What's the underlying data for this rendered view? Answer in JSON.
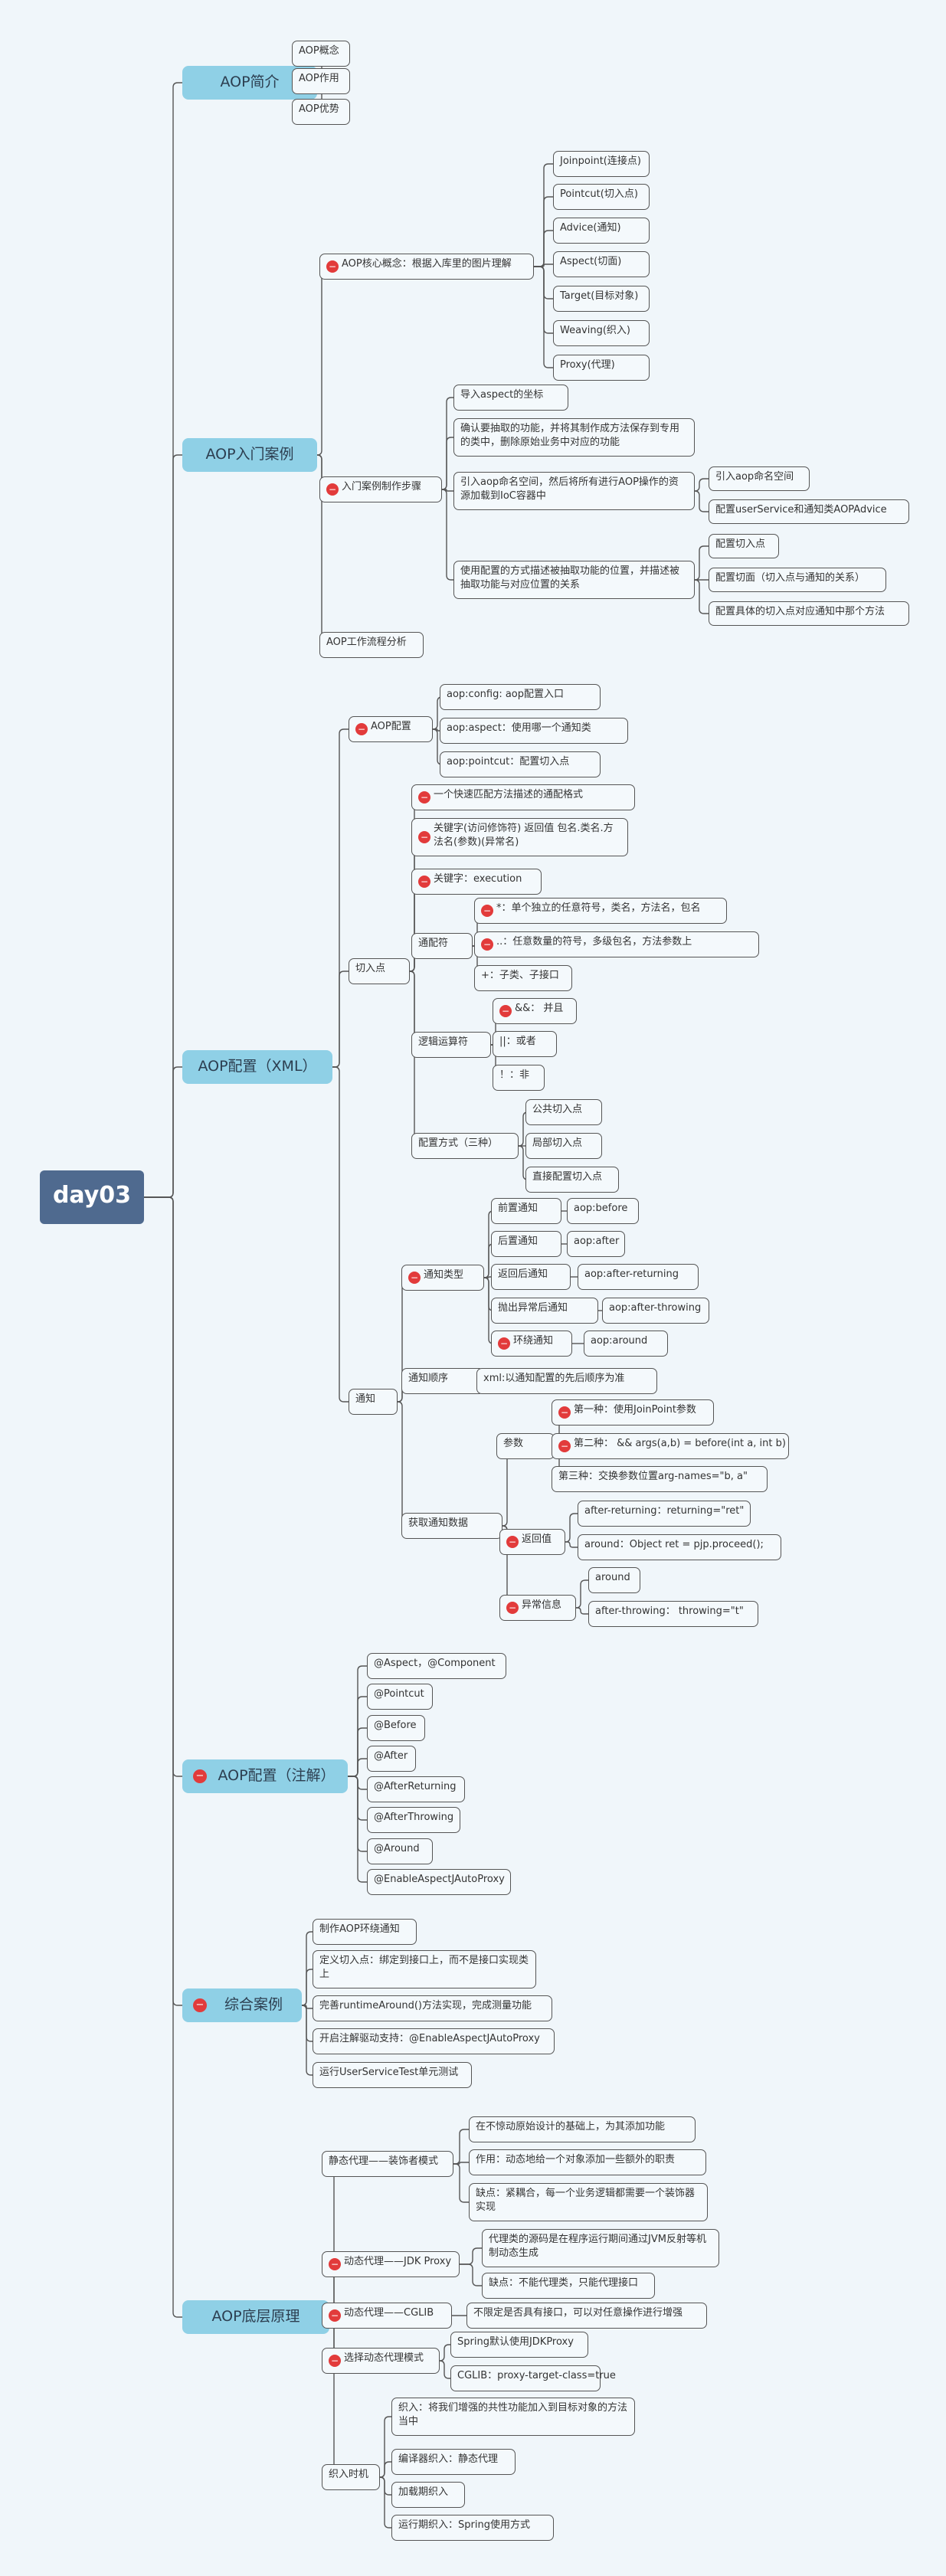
{
  "nodes": [
    {
      "id": "root",
      "text": "day03"
    },
    {
      "id": "a",
      "text": "AOP简介"
    },
    {
      "id": "a1",
      "text": "AOP概念"
    },
    {
      "id": "a2",
      "text": "AOP作用"
    },
    {
      "id": "a3",
      "text": "AOP优势"
    },
    {
      "id": "b",
      "text": "AOP入门案例"
    },
    {
      "id": "b1",
      "text": "AOP核心概念：根据入库里的图片理解",
      "marker": "red-minus"
    },
    {
      "id": "b1a",
      "text": "Joinpoint(连接点)"
    },
    {
      "id": "b1b",
      "text": "Pointcut(切入点)"
    },
    {
      "id": "b1c",
      "text": "Advice(通知)"
    },
    {
      "id": "b1d",
      "text": "Aspect(切面)"
    },
    {
      "id": "b1e",
      "text": "Target(目标对象)"
    },
    {
      "id": "b1f",
      "text": "Weaving(织入)"
    },
    {
      "id": "b1g",
      "text": "Proxy(代理)"
    },
    {
      "id": "b2",
      "text": "入门案例制作步骤",
      "marker": "red-minus"
    },
    {
      "id": "b2a",
      "text": "导入aspect的坐标"
    },
    {
      "id": "b2b",
      "text": "确认要抽取的功能，并将其制作成方法保存到专用的类中，删除原始业务中对应的功能"
    },
    {
      "id": "b2c",
      "text": "引入aop命名空间，然后将所有进行AOP操作的资源加载到IoC容器中"
    },
    {
      "id": "b2c1",
      "text": "引入aop命名空间"
    },
    {
      "id": "b2c2",
      "text": "配置userService和通知类AOPAdvice"
    },
    {
      "id": "b2d",
      "text": "使用配置的方式描述被抽取功能的位置，并描述被抽取功能与对应位置的关系"
    },
    {
      "id": "b2d1",
      "text": "配置切入点"
    },
    {
      "id": "b2d2",
      "text": "配置切面（切入点与通知的关系）"
    },
    {
      "id": "b2d3",
      "text": "配置具体的切入点对应通知中那个方法"
    },
    {
      "id": "b3",
      "text": "AOP工作流程分析"
    },
    {
      "id": "c",
      "text": "AOP配置（XML）"
    },
    {
      "id": "c1",
      "text": "AOP配置",
      "marker": "red-minus"
    },
    {
      "id": "c1a",
      "text": "aop:config: aop配置入口"
    },
    {
      "id": "c1b",
      "text": "aop:aspect：使用哪一个通知类"
    },
    {
      "id": "c1c",
      "text": "aop:pointcut：配置切入点"
    },
    {
      "id": "c2",
      "text": "切入点"
    },
    {
      "id": "c2a",
      "text": "一个快速匹配方法描述的通配格式",
      "marker": "red-minus"
    },
    {
      "id": "c2b",
      "text": "关键字(访问修饰符) 返回值 包名.类名.方法名(参数)(异常名)",
      "marker": "red-minus"
    },
    {
      "id": "c2c",
      "text": "关键字：execution",
      "marker": "red-minus"
    },
    {
      "id": "c2d",
      "text": "通配符"
    },
    {
      "id": "c2d1",
      "text": "*：单个独立的任意符号，类名，方法名，包名",
      "marker": "red-minus"
    },
    {
      "id": "c2d2",
      "text": "..：任意数量的符号，多级包名，方法参数上",
      "marker": "red-minus"
    },
    {
      "id": "c2d3",
      "text": "+：子类、子接口"
    },
    {
      "id": "c2e",
      "text": "逻辑运算符"
    },
    {
      "id": "c2e1",
      "text": "&&： 并且",
      "marker": "red-minus"
    },
    {
      "id": "c2e2",
      "text": "||：或者"
    },
    {
      "id": "c2e3",
      "text": "！：非"
    },
    {
      "id": "c2f",
      "text": "配置方式（三种）"
    },
    {
      "id": "c2f1",
      "text": "公共切入点"
    },
    {
      "id": "c2f2",
      "text": "局部切入点"
    },
    {
      "id": "c2f3",
      "text": "直接配置切入点"
    },
    {
      "id": "c3",
      "text": "通知"
    },
    {
      "id": "c3a",
      "text": "通知类型",
      "marker": "red-minus"
    },
    {
      "id": "c3a1",
      "text": "前置通知"
    },
    {
      "id": "c3a1v",
      "text": "aop:before"
    },
    {
      "id": "c3a2",
      "text": "后置通知"
    },
    {
      "id": "c3a2v",
      "text": "aop:after"
    },
    {
      "id": "c3a3",
      "text": "返回后通知"
    },
    {
      "id": "c3a3v",
      "text": "aop:after-returning"
    },
    {
      "id": "c3a4",
      "text": "抛出异常后通知"
    },
    {
      "id": "c3a4v",
      "text": "aop:after-throwing"
    },
    {
      "id": "c3a5",
      "text": "环绕通知",
      "marker": "red-minus"
    },
    {
      "id": "c3a5v",
      "text": "aop:around"
    },
    {
      "id": "c3b",
      "text": "通知顺序"
    },
    {
      "id": "c3b1",
      "text": "xml:以通知配置的先后顺序为准"
    },
    {
      "id": "c3c",
      "text": "获取通知数据"
    },
    {
      "id": "c3c1",
      "text": "参数"
    },
    {
      "id": "c3c1a",
      "text": "第一种：使用JoinPoint参数",
      "marker": "red-minus"
    },
    {
      "id": "c3c1b",
      "text": "第二种： && args(a,b) = before(int a, int b)",
      "marker": "red-minus"
    },
    {
      "id": "c3c1c",
      "text": "第三种：交换参数位置arg-names=\"b, a\""
    },
    {
      "id": "c3c2",
      "text": "返回值",
      "marker": "red-minus"
    },
    {
      "id": "c3c2a",
      "text": "after-returning：returning=\"ret\""
    },
    {
      "id": "c3c2b",
      "text": "around：Object ret = pjp.proceed();"
    },
    {
      "id": "c3c3",
      "text": "异常信息",
      "marker": "red-minus"
    },
    {
      "id": "c3c3a",
      "text": "around"
    },
    {
      "id": "c3c3b",
      "text": "after-throwing： throwing=\"t\""
    },
    {
      "id": "d",
      "text": "AOP配置（注解）",
      "marker": "red-minus"
    },
    {
      "id": "d1",
      "text": "@Aspect，@Component"
    },
    {
      "id": "d2",
      "text": "@Pointcut"
    },
    {
      "id": "d3",
      "text": "@Before"
    },
    {
      "id": "d4",
      "text": "@After"
    },
    {
      "id": "d5",
      "text": "@AfterReturning"
    },
    {
      "id": "d6",
      "text": "@AfterThrowing"
    },
    {
      "id": "d7",
      "text": "@Around"
    },
    {
      "id": "d8",
      "text": "@EnableAspectJAutoProxy"
    },
    {
      "id": "e",
      "text": "综合案例",
      "marker": "red-minus"
    },
    {
      "id": "e1",
      "text": "制作AOP环绕通知"
    },
    {
      "id": "e2",
      "text": "定义切入点：绑定到接口上，而不是接口实现类上"
    },
    {
      "id": "e3",
      "text": "完善runtimeAround()方法实现，完成测量功能"
    },
    {
      "id": "e4",
      "text": "开启注解驱动支持：@EnableAspectJAutoProxy"
    },
    {
      "id": "e5",
      "text": "运行UserServiceTest单元测试"
    },
    {
      "id": "f",
      "text": "AOP底层原理"
    },
    {
      "id": "f1",
      "text": "静态代理——装饰者模式"
    },
    {
      "id": "f1a",
      "text": "在不惊动原始设计的基础上，为其添加功能"
    },
    {
      "id": "f1b",
      "text": "作用：动态地给一个对象添加一些额外的职责"
    },
    {
      "id": "f1c",
      "text": "缺点：紧耦合，每一个业务逻辑都需要一个装饰器实现"
    },
    {
      "id": "f2",
      "text": "动态代理——JDK Proxy",
      "marker": "red-minus"
    },
    {
      "id": "f2a",
      "text": "代理类的源码是在程序运行期间通过JVM反射等机制动态生成"
    },
    {
      "id": "f2b",
      "text": "缺点：不能代理类，只能代理接口"
    },
    {
      "id": "f3",
      "text": "动态代理——CGLIB",
      "marker": "red-minus"
    },
    {
      "id": "f3a",
      "text": "不限定是否具有接口，可以对任意操作进行增强"
    },
    {
      "id": "f4",
      "text": "选择动态代理模式",
      "marker": "red-minus"
    },
    {
      "id": "f4a",
      "text": "Spring默认使用JDKProxy"
    },
    {
      "id": "f4b",
      "text": "CGLIB：proxy-target-class=true"
    },
    {
      "id": "f5",
      "text": "织入时机"
    },
    {
      "id": "f5a",
      "text": "织入：将我们增强的共性功能加入到目标对象的方法当中"
    },
    {
      "id": "f5b",
      "text": "编译器织入：静态代理"
    },
    {
      "id": "f5c",
      "text": "加载期织入"
    },
    {
      "id": "f5d",
      "text": "运行期织入：Spring使用方式"
    }
  ]
}
